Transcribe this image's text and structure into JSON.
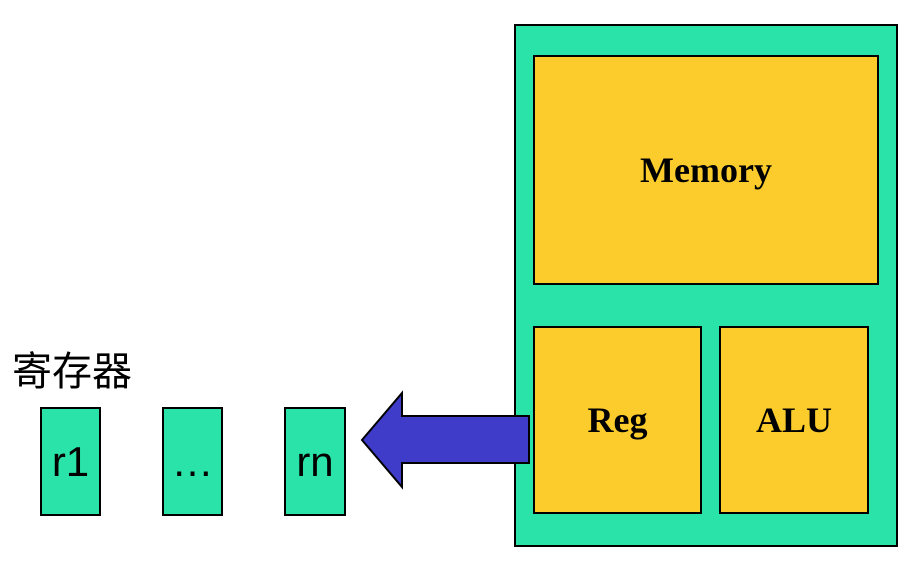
{
  "colors": {
    "green": "#2AE3A8",
    "yellow": "#FBCC2C",
    "arrow": "#3F3CC9",
    "stroke": "#000000"
  },
  "cpu": {
    "memory_label": "Memory",
    "reg_label": "Reg",
    "alu_label": "ALU"
  },
  "registers": {
    "title": "寄存器",
    "items": [
      "r1",
      "…",
      "rn"
    ]
  },
  "arrow": {
    "direction": "left",
    "from": "Reg",
    "to": "rn"
  }
}
